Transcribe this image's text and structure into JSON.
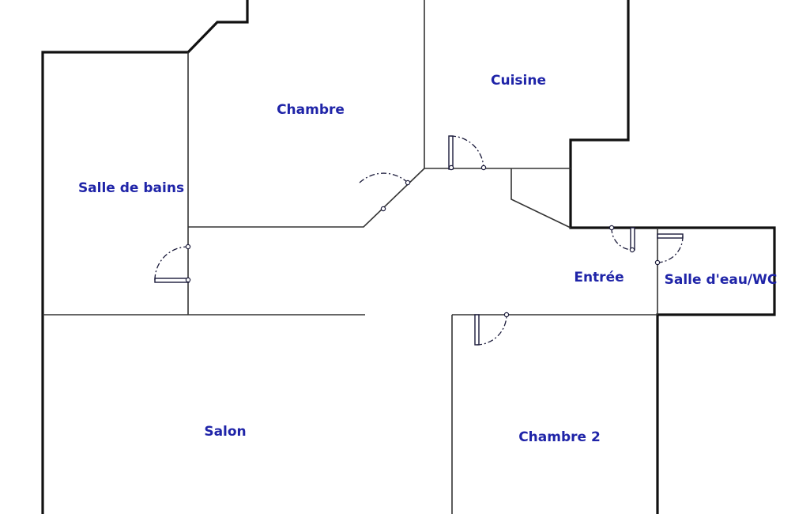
{
  "plan": {
    "rooms": [
      {
        "id": "chambre",
        "label": "Chambre"
      },
      {
        "id": "cuisine",
        "label": "Cuisine"
      },
      {
        "id": "salle-de-bains",
        "label": "Salle de bains"
      },
      {
        "id": "entree",
        "label": "Entrée"
      },
      {
        "id": "salle-eau-wc",
        "label": "Salle d'eau/WC"
      },
      {
        "id": "salon",
        "label": "Salon"
      },
      {
        "id": "chambre-2",
        "label": "Chambre 2"
      }
    ],
    "colors": {
      "label": "#1f24a8",
      "wall": "#111111",
      "partition": "#333333"
    }
  }
}
